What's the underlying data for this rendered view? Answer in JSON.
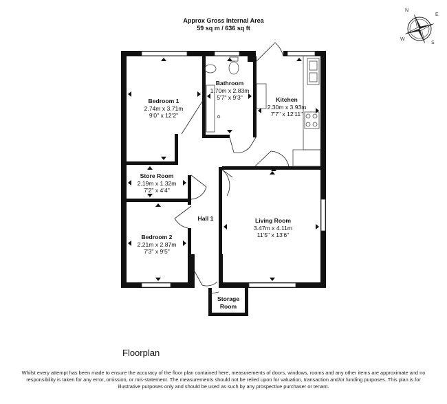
{
  "header": {
    "line1": "Approx Gross Internal Area",
    "line2": "59 sq m / 636 sq ft"
  },
  "compass": {
    "n": "N",
    "e": "E",
    "s": "S",
    "w": "W"
  },
  "rooms": {
    "bedroom1": {
      "name": "Bedroom 1",
      "metric": "2.74m x 3.71m",
      "imperial": "9'0\" x 12'2\""
    },
    "bathroom": {
      "name": "Bathroom",
      "metric": "1.70m x 2.83m",
      "imperial": "5'7\" x 9'3\""
    },
    "kitchen": {
      "name": "Kitchen",
      "metric": "2.30m x 3.93m",
      "imperial": "7'7\" x 12'11\""
    },
    "store_room": {
      "name": "Store Room",
      "metric": "2.19m x 1.32m",
      "imperial": "7'2\" x 4'4\""
    },
    "hall": {
      "name": "Hall 1"
    },
    "living_room": {
      "name": "Living Room",
      "metric": "3.47m x 4.11m",
      "imperial": "11'5\" x 13'6\""
    },
    "bedroom2": {
      "name": "Bedroom 2",
      "metric": "2.21m x 2.87m",
      "imperial": "7'3\" x 9'5\""
    },
    "storage_room": {
      "name_line1": "Storage",
      "name_line2": "Room"
    }
  },
  "floor_label": "Floorplan",
  "disclaimer": "Whilst every attempt has been made to ensure the accuracy of the floor plan contained here, measurements of doors, windows, rooms and any other items are approximate and no responsibility is taken for any error, omission, or mis-statement. The measurements should not be relied upon for valuation, transaction and/or funding purposes. This plan is for illustrative purposes only and should be used as such by any prospective purchaser or tenant."
}
